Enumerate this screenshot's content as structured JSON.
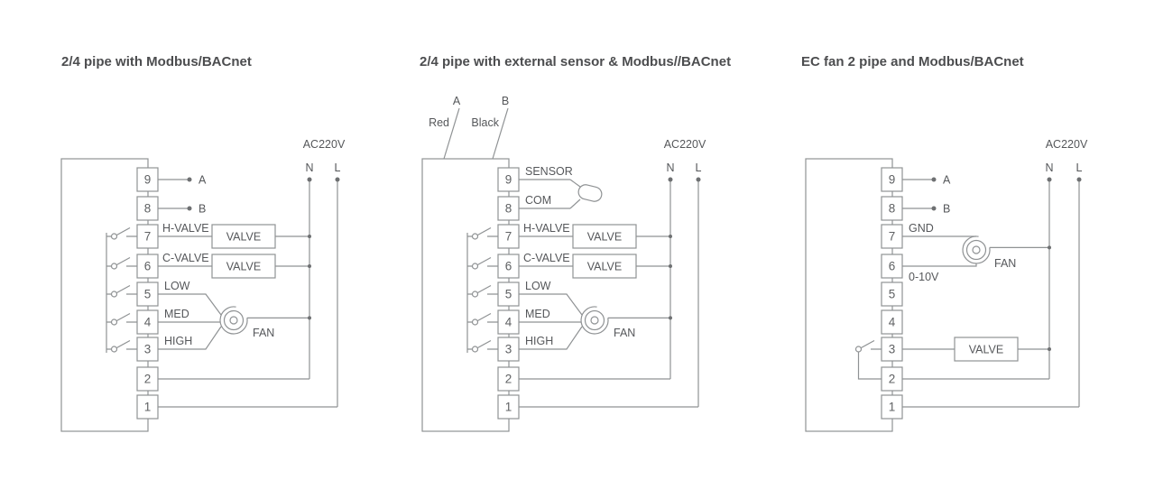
{
  "colors": {
    "line": "#8f9294",
    "label_text": "#55575a",
    "title_text": "#4c4d4f",
    "background": "#ffffff"
  },
  "diagrams": [
    {
      "title": "2/4 pipe with Modbus/BACnet",
      "terminals": [
        "9",
        "8",
        "7",
        "6",
        "5",
        "4",
        "3",
        "2",
        "1"
      ],
      "labels": {
        "a": "A",
        "b": "B",
        "h_valve": "H-VALVE",
        "c_valve": "C-VALVE",
        "valve_top": "VALVE",
        "valve_bottom": "VALVE",
        "low": "LOW",
        "med": "MED",
        "high": "HIGH",
        "fan": "FAN",
        "ac": "AC220V",
        "n": "N",
        "l": "L"
      }
    },
    {
      "title": "2/4 pipe with external sensor & Modbus//BACnet",
      "terminals": [
        "9",
        "8",
        "7",
        "6",
        "5",
        "4",
        "3",
        "2",
        "1"
      ],
      "labels": {
        "a": "A",
        "b": "B",
        "red": "Red",
        "black": "Black",
        "sensor": "SENSOR",
        "com": "COM",
        "h_valve": "H-VALVE",
        "c_valve": "C-VALVE",
        "valve_top": "VALVE",
        "valve_bottom": "VALVE",
        "low": "LOW",
        "med": "MED",
        "high": "HIGH",
        "fan": "FAN",
        "ac": "AC220V",
        "n": "N",
        "l": "L"
      }
    },
    {
      "title": "EC fan 2 pipe and Modbus/BACnet",
      "terminals": [
        "9",
        "8",
        "7",
        "6",
        "5",
        "4",
        "3",
        "2",
        "1"
      ],
      "labels": {
        "a": "A",
        "b": "B",
        "gnd": "GND",
        "analog": "0-10V",
        "fan": "FAN",
        "valve": "VALVE",
        "ac": "AC220V",
        "n": "N",
        "l": "L"
      }
    }
  ]
}
